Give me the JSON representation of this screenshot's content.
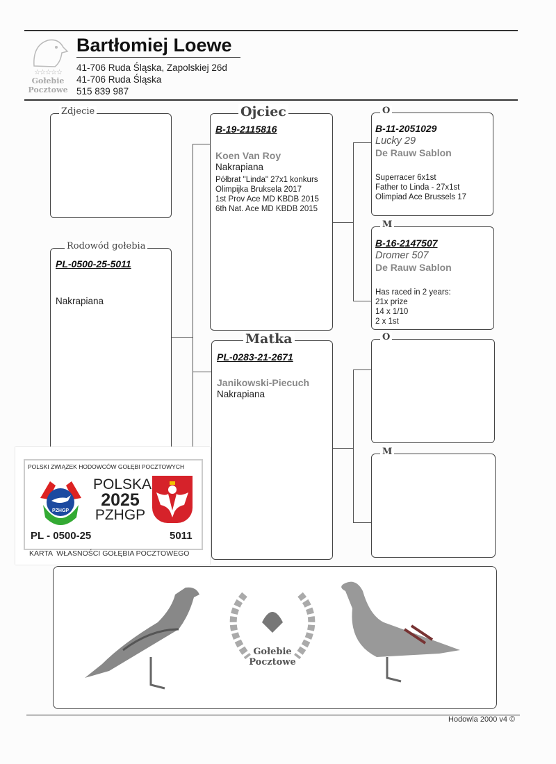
{
  "header": {
    "name": "Bartłomiej Loewe",
    "address1": "41-706 Ruda Śląska, Zapolskiej 26d",
    "address2": "41-706 Ruda Śląska",
    "phone": "515 839 987",
    "logo_text1": "Gołebie",
    "logo_text2": "Pocztowe",
    "logo_stars": "☆☆☆☆☆"
  },
  "photo": {
    "legend": "Zdjecie"
  },
  "pigeon": {
    "legend": "Rodowód gołebia",
    "ring": "PL-0500-25-5011",
    "color": "Nakrapiana"
  },
  "father": {
    "legend": "Ojciec",
    "ring": "B-19-2115816",
    "breeder": "Koen Van Roy",
    "color": "Nakrapiana",
    "notes": [
      "Półbrat \"Linda\" 27x1 konkurs",
      "Olimpijka Bruksela 2017",
      "1st Prov Ace MD KBDB 2015",
      "6th Nat. Ace MD KBDB 2015"
    ]
  },
  "mother": {
    "legend": "Matka",
    "ring": "PL-0283-21-2671",
    "breeder": "Janikowski-Piecuch",
    "color": "Nakrapiana"
  },
  "ff": {
    "legend": "O",
    "ring": "B-11-2051029",
    "name": "Lucky 29",
    "breeder": "De Rauw Sablon",
    "notes": [
      "Superracer 6x1st",
      "Father to Linda - 27x1st",
      "Olimpiad Ace Brussels 17"
    ]
  },
  "fm": {
    "legend": "M",
    "ring": "B-16-2147507",
    "name": "Dromer 507",
    "breeder": "De Rauw Sablon",
    "notes": [
      "Has raced in 2 years:",
      "21x prize",
      "14 x 1/10",
      "2 x 1st"
    ]
  },
  "mf": {
    "legend": "O"
  },
  "mm": {
    "legend": "M"
  },
  "card": {
    "org": "POLSKI ZWIĄZEK HODOWCÓW GOŁĘBI POCZTOWYCH",
    "country": "POLSKA",
    "year": "2025",
    "abbr": "PZHGP",
    "logo_text": "PZHGP",
    "ring_prefix": "PL - 0500-25",
    "ring_number": "5011",
    "caption": "KARTA  WŁASNOŚCI GOŁĘBIA POCZTOWEGO"
  },
  "banner": {
    "line1": "Gołebie",
    "line2": "Pocztowe"
  },
  "footer": {
    "text": "Hodowla 2000 v4 ©"
  }
}
